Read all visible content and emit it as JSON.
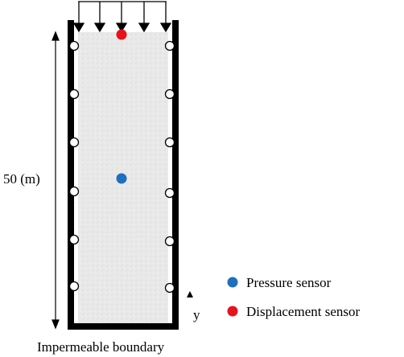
{
  "diagram": {
    "height_label": "50 (m)",
    "axis_label": "y",
    "bottom_label": "Impermeable boundary",
    "legend": [
      {
        "label": "Pressure sensor",
        "color": "#1f6fbf",
        "icon": "blue-dot"
      },
      {
        "label": "Displacement sensor",
        "color": "#e8121b",
        "icon": "red-dot"
      }
    ],
    "colors": {
      "soil": "#e9e9e9",
      "wall": "#000000",
      "pressure_sensor": "#1f6fbf",
      "displacement_sensor": "#e8121b"
    }
  }
}
